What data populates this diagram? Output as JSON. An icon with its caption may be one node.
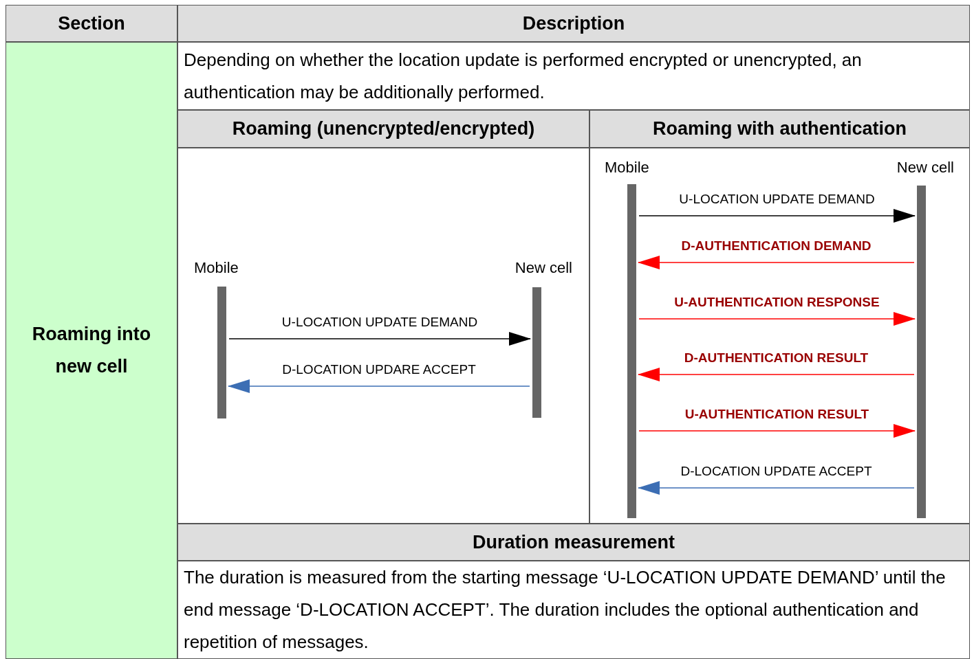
{
  "diagram": {
    "nodes": [
      {
        "text": [
          "Section"
        ]
      },
      {
        "text": [
          "Description"
        ]
      },
      {
        "text": [
          "Roaming into new cell"
        ]
      },
      {
        "text": [
          "Depending on whether the location update is performed encrypted or unencrypted, an authentication may be additionally performed."
        ]
      },
      {
        "text": [
          "Roaming (unencrypted/encrypted)"
        ]
      },
      {
        "text": [
          "Roaming with authentication"
        ]
      },
      {
        "text": [
          "Mobile"
        ]
      },
      {
        "text": [
          "New cell"
        ]
      },
      {
        "text": [
          "Mobile"
        ]
      },
      {
        "text": [
          "New cell"
        ]
      },
      {
        "text": [
          "Duration measurement"
        ]
      },
      {
        "text": [
          "The duration is measured from the starting message ‘U-LOCATION UPDATE DEMAND’ until the end message ‘D-LOCATION ACCEPT’. The duration includes the optional authentication and repetition of messages."
        ]
      }
    ],
    "edges": [
      {
        "from": 6,
        "to": 7,
        "arrow": "to",
        "label": "U-LOCATION UPDATE DEMAND",
        "color": "#000000"
      },
      {
        "from": 7,
        "to": 6,
        "arrow": "to",
        "label": "D-LOCATION UPDARE ACCEPT",
        "color": "#3c6eb4"
      },
      {
        "from": 8,
        "to": 9,
        "arrow": "to",
        "label": "U-LOCATION UPDATE DEMAND",
        "color": "#000000"
      },
      {
        "from": 9,
        "to": 8,
        "arrow": "to",
        "label": "D-AUTHENTICATION DEMAND",
        "color": "#ff0000"
      },
      {
        "from": 8,
        "to": 9,
        "arrow": "to",
        "label": "U-AUTHENTICATION RESPONSE",
        "color": "#ff0000"
      },
      {
        "from": 9,
        "to": 8,
        "arrow": "to",
        "label": "D-AUTHENTICATION RESULT",
        "color": "#ff0000"
      },
      {
        "from": 8,
        "to": 9,
        "arrow": "to",
        "label": "U-AUTHENTICATION RESULT",
        "color": "#ff0000"
      },
      {
        "from": 9,
        "to": 8,
        "arrow": "to",
        "label": "D-LOCATION UPDATE ACCEPT",
        "color": "#3c6eb4"
      }
    ]
  }
}
